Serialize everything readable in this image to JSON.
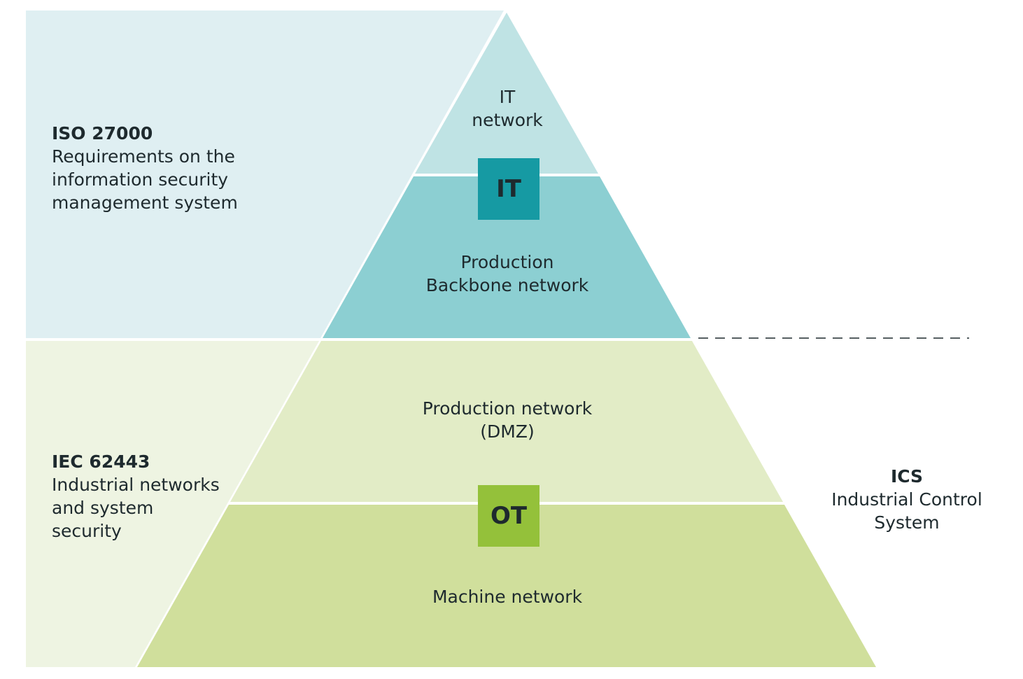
{
  "colors": {
    "iso_panel": "#dfeff2",
    "iec_panel": "#eef4e2",
    "it_network": "#bfe3e4",
    "backbone": "#8ccfd2",
    "production_dmz": "#e2ecc6",
    "machine": "#d0df9c",
    "it_badge": "#169aa3",
    "ot_badge": "#94c13a"
  },
  "layers": {
    "it_network": [
      "IT",
      "network"
    ],
    "backbone": [
      "Production",
      "Backbone network"
    ],
    "production_dmz": [
      "Production network",
      "(DMZ)"
    ],
    "machine": [
      "Machine network"
    ]
  },
  "badges": {
    "it": "IT",
    "ot": "OT"
  },
  "standards": {
    "iso": {
      "title": "ISO 27000",
      "lines": [
        "Requirements on the",
        "information security",
        "management system"
      ]
    },
    "iec": {
      "title": "IEC 62443",
      "lines": [
        "Industrial networks",
        "and system",
        "security"
      ]
    }
  },
  "ics": {
    "title": "ICS",
    "lines": [
      "Industrial Control",
      "System"
    ]
  }
}
